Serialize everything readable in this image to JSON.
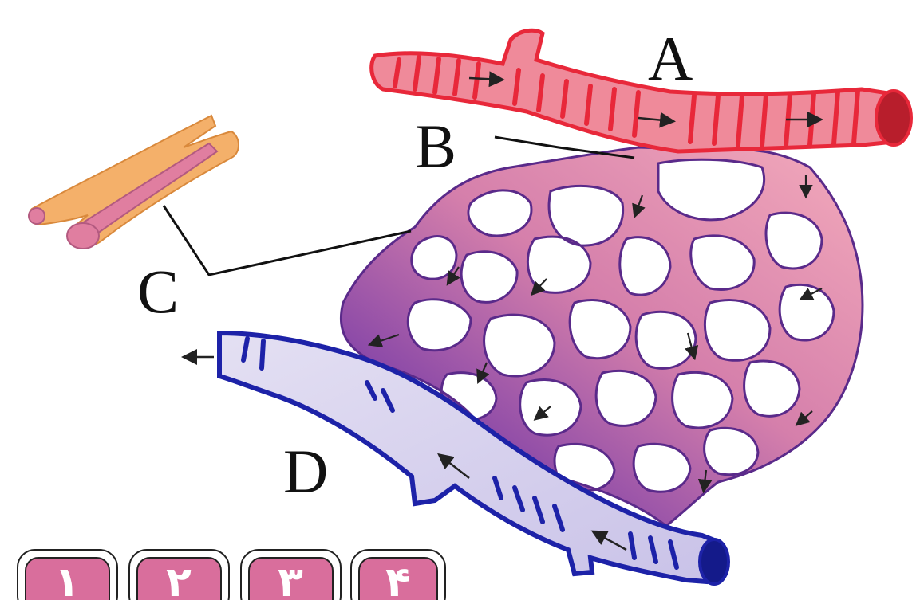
{
  "labels": {
    "a": "A",
    "b": "B",
    "c": "C",
    "d": "D"
  },
  "options": [
    {
      "digit": "۱"
    },
    {
      "digit": "۲"
    },
    {
      "digit": "۳"
    },
    {
      "digit": "۴"
    }
  ],
  "colors": {
    "artery": "#e8283a",
    "artery_fill": "#ef8a9a",
    "capillary_pink": "#ec9aae",
    "capillary_purple": "#8a3fa3",
    "vein": "#1d22a8",
    "vein_fill": "#d9d4ee",
    "inset_outer": "#f4b06a",
    "inset_inner": "#e07ea0",
    "option_tile": "#d96e9c"
  }
}
